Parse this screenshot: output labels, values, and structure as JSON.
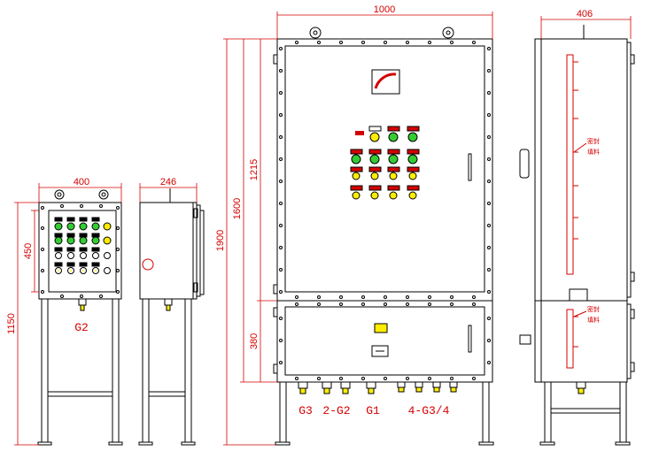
{
  "dimensions": {
    "small_width": "400",
    "small_depth": "246",
    "small_height": "450",
    "small_total_height": "1150",
    "large_width": "1000",
    "large_depth": "406",
    "large_total_height": "1900",
    "large_cabinet_height": "1600",
    "upper_box_height": "1215",
    "lower_box_height": "380"
  },
  "cable_entries": {
    "small": "G2",
    "large_g3": "G3",
    "large_2g2": "2-G2",
    "large_g1": "G1",
    "large_4g34": "4-G3/4"
  },
  "side_note": {
    "line1": "密封",
    "line2": "填料"
  },
  "colors": {
    "outline": "#000000",
    "dimension": "#d40000",
    "indicator_green": "#33cc33",
    "indicator_yellow": "#ffee00",
    "button_red": "#d40000"
  }
}
